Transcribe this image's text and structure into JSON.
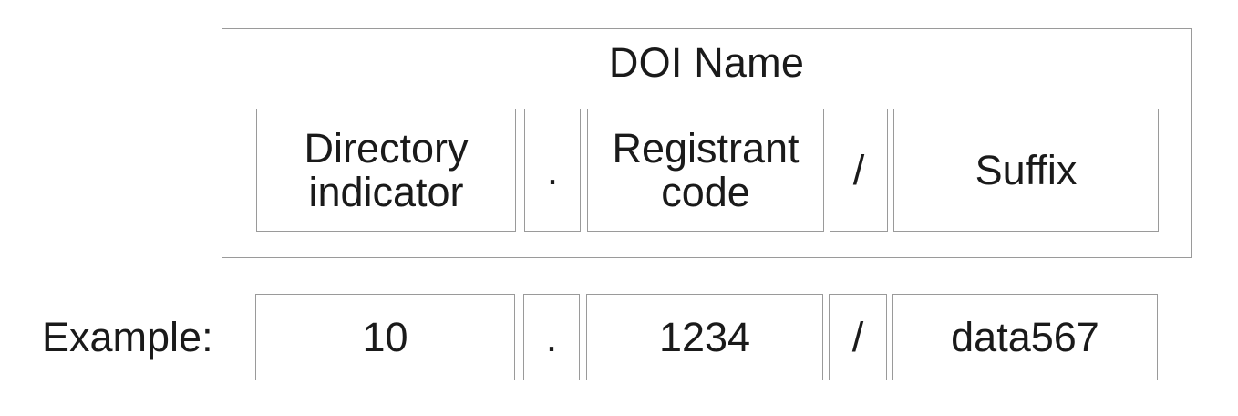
{
  "diagram": {
    "title": "DOI Name",
    "structure_label": "DOI Name",
    "components": [
      {
        "key": "directory_indicator",
        "label": "Directory\nindicator",
        "kind": "component"
      },
      {
        "key": "dot_separator",
        "label": ".",
        "kind": "separator"
      },
      {
        "key": "registrant_code",
        "label": "Registrant\ncode",
        "kind": "component"
      },
      {
        "key": "slash_separator",
        "label": "/",
        "kind": "separator"
      },
      {
        "key": "suffix",
        "label": "Suffix",
        "kind": "component"
      }
    ],
    "example": {
      "label": "Example:",
      "values": [
        {
          "key": "directory_indicator",
          "value": "10"
        },
        {
          "key": "dot_separator",
          "value": "."
        },
        {
          "key": "registrant_code",
          "value": "1234"
        },
        {
          "key": "slash_separator",
          "value": "/"
        },
        {
          "key": "suffix",
          "value": "data567"
        }
      ],
      "full_doi": "10.1234/data567"
    },
    "colors": {
      "background": "#ffffff",
      "border": "#9a9a9a",
      "text": "#1a1a1a"
    }
  }
}
